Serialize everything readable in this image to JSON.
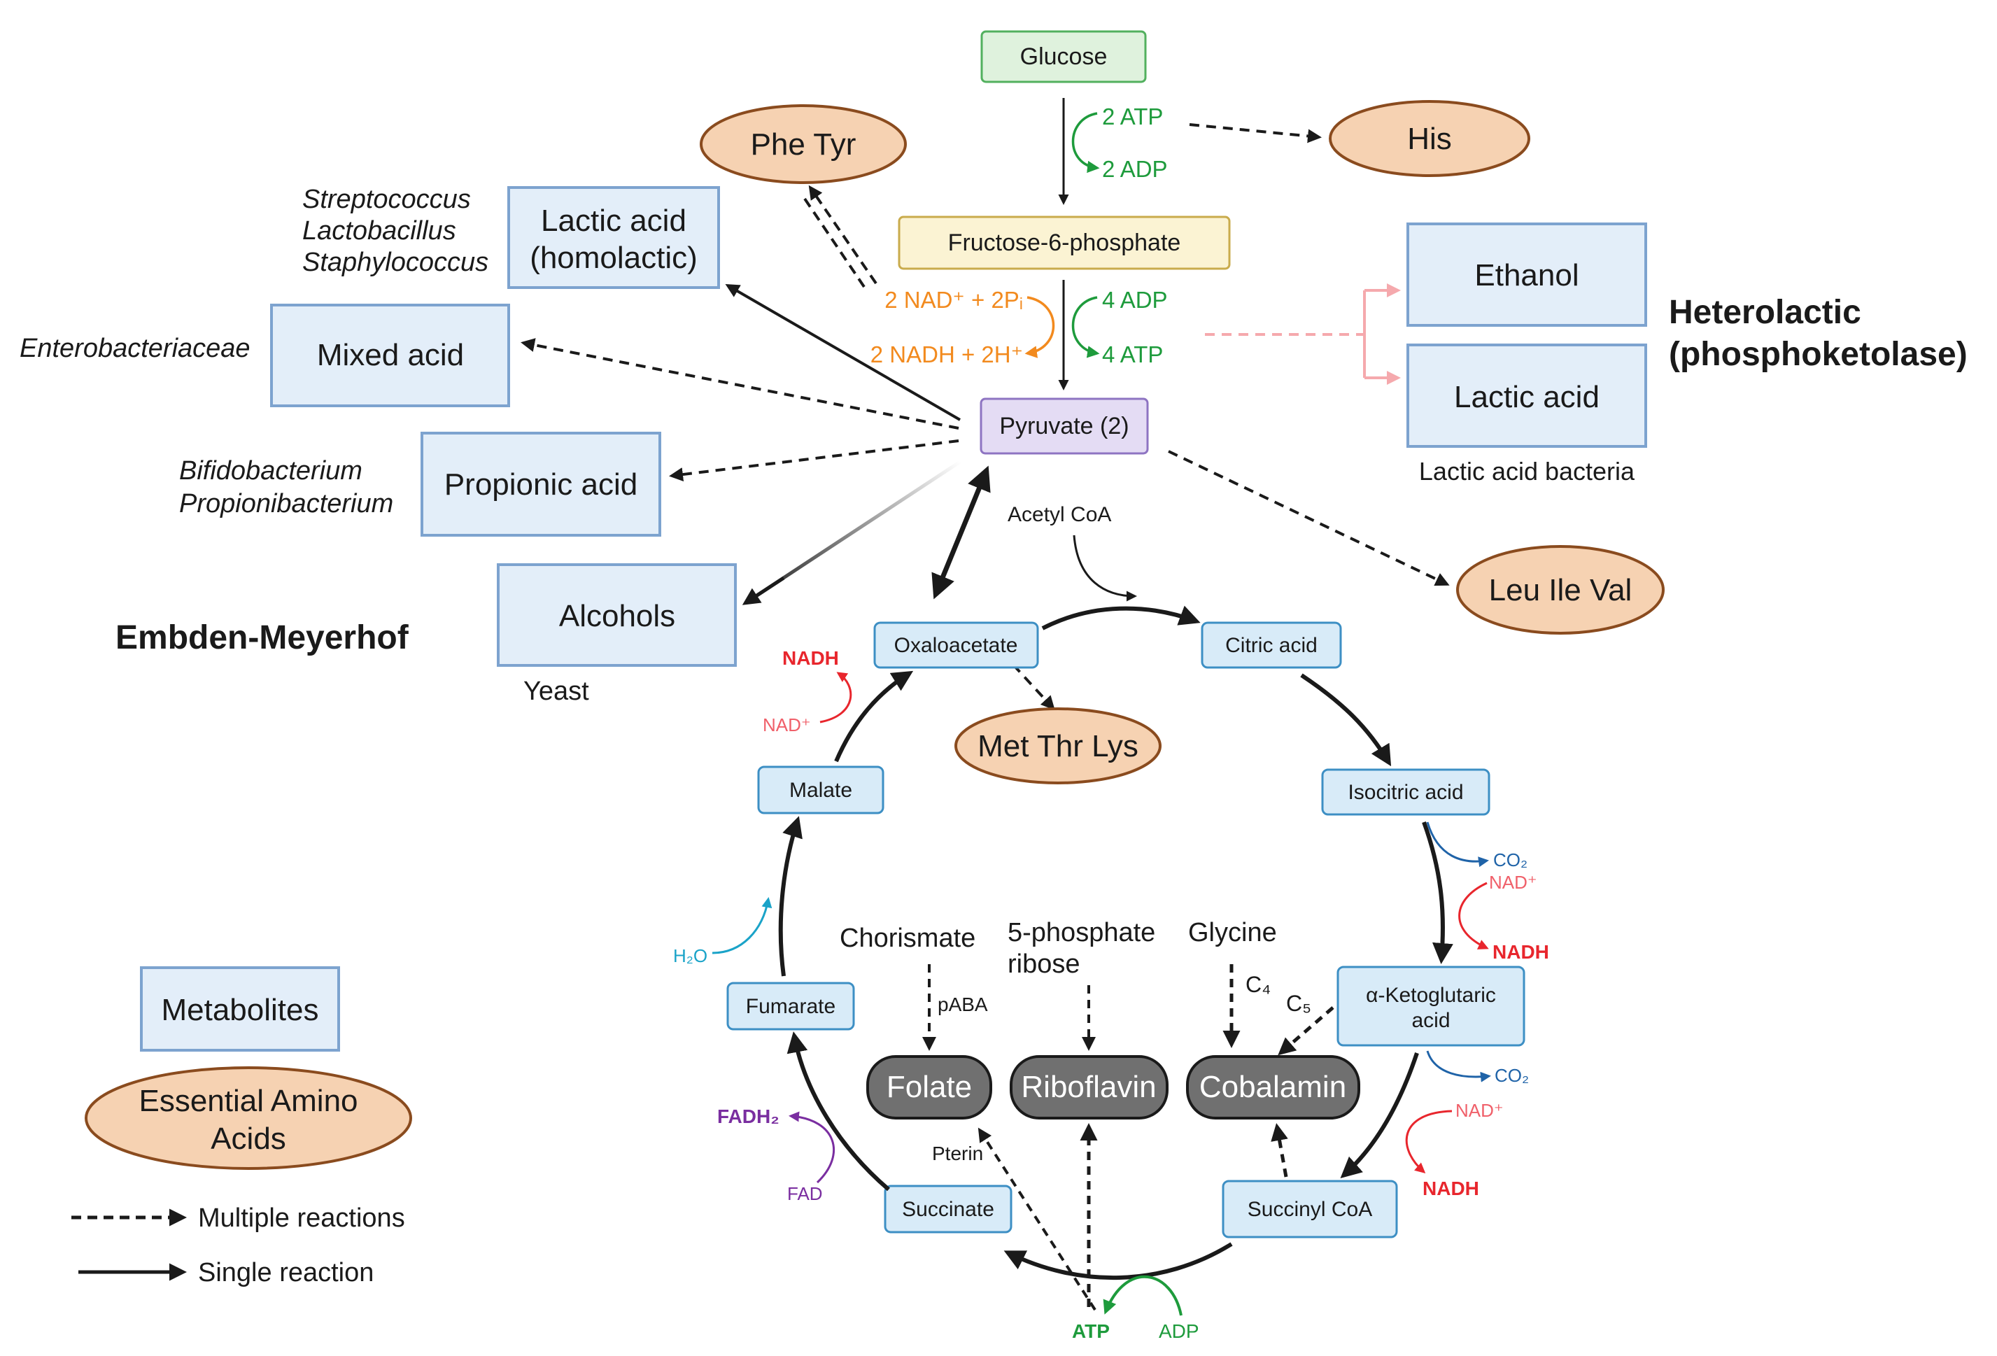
{
  "colors": {
    "green": "#1e9b3c",
    "orange": "#f28a1e",
    "red": "#e8262d",
    "red_light": "#f0606a",
    "blue": "#1f63a8",
    "cyan": "#1aa3c8",
    "purple": "#7a2ea0",
    "pink": "#f5a9ad",
    "metabolite_fill": "#e3eef9",
    "metabolite_stroke": "#7da3cf",
    "amino_fill": "#f6d2b2",
    "amino_stroke": "#8a4b1e",
    "vitamin_fill": "#707070",
    "glucose_fill": "#dff2dd",
    "glucose_stroke": "#52b05e",
    "fructose_fill": "#fbf3d3",
    "fructose_stroke": "#c9ab4c",
    "pyruvate_fill": "#e4dcf4",
    "pyruvate_stroke": "#8e74c2",
    "tca_fill": "#d8ebf8",
    "tca_stroke": "#3d8fc4"
  },
  "glycolysis": {
    "glucose": "Glucose",
    "fructose": "Fructose-6-phosphate",
    "pyruvate": "Pyruvate (2)",
    "atp2": "2 ATP",
    "adp2": "2 ADP",
    "adp4": "4 ADP",
    "atp4": "4 ATP",
    "nad_in": "2 NAD⁺ + 2Pᵢ",
    "nadh_out": "2 NADH + 2H⁺",
    "acetyl_coa": "Acetyl CoA"
  },
  "amino_acids": {
    "his": "His",
    "phe_tyr": "Phe Tyr",
    "leu_ile_val": "Leu Ile Val",
    "met_thr_lys": "Met Thr Lys"
  },
  "left_products": {
    "lactic_homo_line1": "Lactic acid",
    "lactic_homo_line2": "(homolactic)",
    "mixed_acid": "Mixed acid",
    "propionic_acid": "Propionic acid",
    "alcohols": "Alcohols",
    "org_strep": "Streptococcus",
    "org_lacto": "Lactobacillus",
    "org_staph": "Staphylococcus",
    "org_entero": "Enterobacteriaceae",
    "org_bifido": "Bifidobacterium",
    "org_propioni": "Propionibacterium",
    "org_yeast": "Yeast",
    "pathway_label": "Embden-Meyerhof"
  },
  "right_products": {
    "ethanol": "Ethanol",
    "lactic_acid": "Lactic acid",
    "bacteria": "Lactic acid bacteria",
    "heading_line1": "Heterolactic",
    "heading_line2": "(phosphoketolase)"
  },
  "tca": {
    "oxaloacetate": "Oxaloacetate",
    "citric_acid": "Citric acid",
    "isocitric_acid": "Isocitric acid",
    "akg_line1": "α-Ketoglutaric",
    "akg_line2": "acid",
    "succinyl_coa": "Succinyl CoA",
    "succinate": "Succinate",
    "fumarate": "Fumarate",
    "malate": "Malate"
  },
  "cofactors": {
    "nadh": "NADH",
    "nad_plus": "NAD⁺",
    "co2": "CO₂",
    "h2o": "H₂O",
    "fadh2": "FADH₂",
    "fad": "FAD",
    "atp": "ATP",
    "adp": "ADP"
  },
  "vitamins": {
    "folate": "Folate",
    "riboflavin": "Riboflavin",
    "cobalamin": "Cobalamin",
    "chorismate": "Chorismate",
    "ribose_line1": "5-phosphate",
    "ribose_line2": "ribose",
    "glycine": "Glycine",
    "paba": "pABA",
    "pterin": "Pterin",
    "c4": "C₄",
    "c5": "C₅"
  },
  "legend": {
    "metabolites": "Metabolites",
    "amino_line1": "Essential Amino",
    "amino_line2": "Acids",
    "multiple": "Multiple reactions",
    "single": "Single reaction"
  }
}
